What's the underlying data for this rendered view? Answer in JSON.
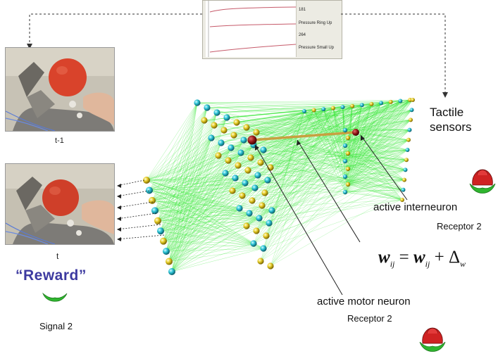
{
  "pressure_chart": {
    "readout_ring": "181",
    "label_ring": "Pressure Ring Up",
    "readout_small": "264",
    "label_small": "Pressure Small Up"
  },
  "photos": {
    "prev_caption": "t-1",
    "curr_caption": "t"
  },
  "labels": {
    "tactile_line1": "Tactile",
    "tactile_line2": "sensors",
    "active_interneuron": "active interneuron",
    "receptor_right": "Receptor 2",
    "active_motor_neuron": "active motor neuron",
    "receptor_bottom": "Receptor 2",
    "reward": "“Reward”",
    "signal": "Signal 2"
  },
  "formula": {
    "w1": "w",
    "sub1": "ij",
    "eq": "=",
    "w2": "w",
    "sub2": "ij",
    "plus": "+",
    "delta": "Δ",
    "subw": "w"
  },
  "colors": {
    "connections": "#2ee62e",
    "highlight_link": "#c8a040",
    "active_neuron": "#7a0f0f",
    "reward_text": "#3d3aa0",
    "signal_shape": "#2fb52f"
  }
}
